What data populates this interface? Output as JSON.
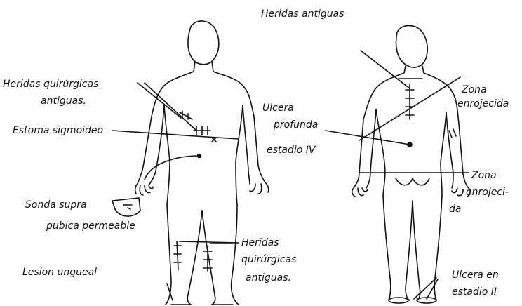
{
  "labels": {
    "old_wounds_back": "Heridas antiguas",
    "surgical_old_1": "Heridas quirúrgicas",
    "surgical_old_2": "antiguas.",
    "stoma_1": "Estoma sigmoideo",
    "catheter_1": "Sonda supra",
    "catheter_2": "pubica permeable",
    "nail_lesion": "Lesion ungueal",
    "legs_wounds_1": "Heridas",
    "legs_wounds_2": "quirúrgicas",
    "legs_wounds_3": "antiguas.",
    "ulcer_iv_1": "Ulcera",
    "ulcer_iv_2": "profunda",
    "ulcer_iv_3": "estadio IV",
    "red_zone_1_a": "Zona",
    "red_zone_1_b": "enrojecida",
    "red_zone_2_a": "Zona",
    "red_zone_2_b": "enrojeci-",
    "red_zone_2_c": "da",
    "ulcer_ii_1": "Ulcera en",
    "ulcer_ii_2": "estadio II"
  },
  "colors": {
    "ink": "#111111",
    "background": "#ffffff"
  }
}
